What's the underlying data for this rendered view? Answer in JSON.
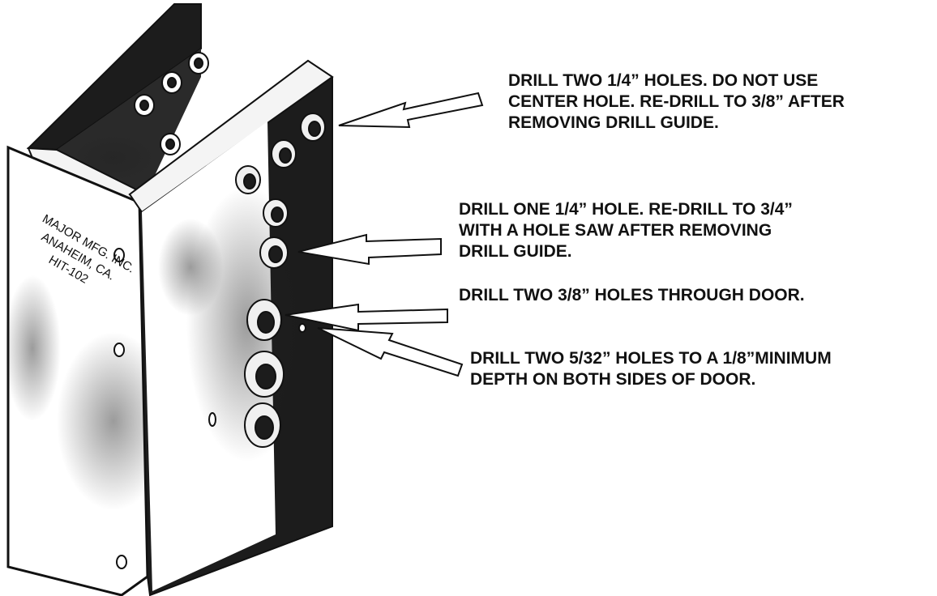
{
  "jig": {
    "stamp": [
      "MAJOR MFG. INC.",
      "ANAHEIM, CA.",
      "HIT-102"
    ]
  },
  "callouts": [
    {
      "lines": [
        "DRILL TWO 1/4” HOLES. DO NOT USE",
        "CENTER HOLE. RE-DRILL TO 3/8” AFTER",
        "REMOVING DRILL GUIDE."
      ]
    },
    {
      "lines": [
        "DRILL ONE 1/4” HOLE. RE-DRILL TO 3/4”",
        "WITH A HOLE SAW AFTER  REMOVING",
        "DRILL GUIDE."
      ]
    },
    {
      "lines": [
        "DRILL TWO 3/8” HOLES THROUGH DOOR."
      ]
    },
    {
      "lines": [
        "DRILL TWO 5/32” HOLES TO A 1/8”MINIMUM",
        "DEPTH ON BOTH SIDES OF DOOR."
      ]
    }
  ],
  "colors": {
    "ink": "#111111",
    "plate": "#1a1a1a",
    "face": "#ffffff"
  }
}
